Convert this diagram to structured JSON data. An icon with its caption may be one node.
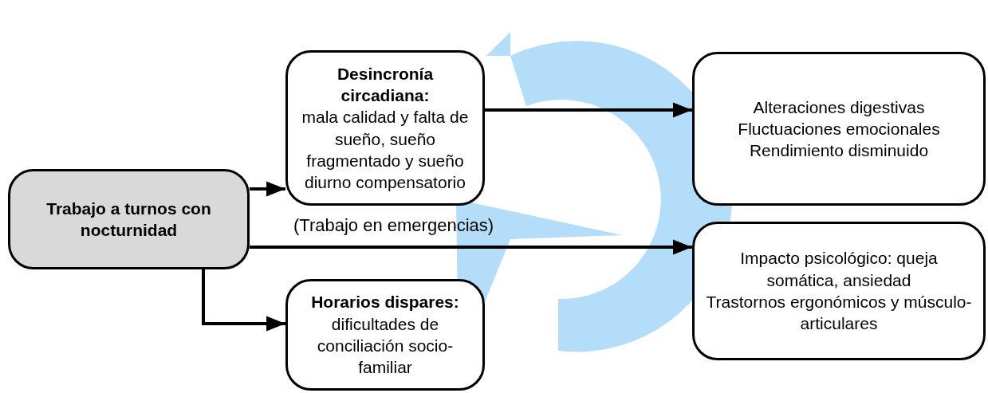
{
  "diagram": {
    "nodes": [
      {
        "text": [
          "Trabajo a turnos con nocturnidad"
        ]
      },
      {
        "text": [
          "Desincronía circadiana:",
          "mala calidad y falta de sueño, sueño fragmentado y sueño diurno compensatorio"
        ]
      },
      {
        "text": [
          "Horarios dispares:",
          "dificultades de conciliación socio-familiar"
        ]
      },
      {
        "text": [
          "Alteraciones digestivas",
          "Fluctuaciones emocionales",
          "Rendimiento disminuido"
        ]
      },
      {
        "text": [
          "Impacto psicológico: queja somática, ansiedad",
          "Trastornos ergonómicos y músculo-articulares"
        ]
      }
    ],
    "edges": [
      {
        "from": 0,
        "to": 1,
        "arrow": "to"
      },
      {
        "from": 0,
        "to": 2,
        "arrow": "to"
      },
      {
        "from": 0,
        "to": 4,
        "arrow": "to",
        "label": "(Trabajo en emergencias)"
      },
      {
        "from": 1,
        "to": 3,
        "arrow": "to"
      }
    ]
  }
}
